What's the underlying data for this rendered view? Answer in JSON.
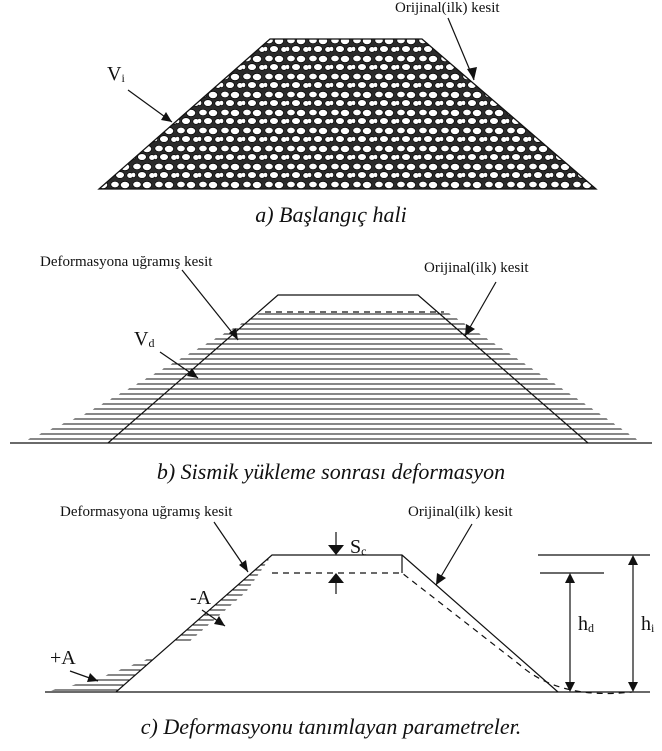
{
  "panel_a": {
    "label_original": "Orijinal(ilk) kesit",
    "label_volume": "V",
    "label_volume_sub": "i",
    "caption": "a) Başlangıç hali"
  },
  "panel_b": {
    "label_deformed": "Deformasyona uğramış kesit",
    "label_original": "Orijinal(ilk) kesit",
    "label_volume": "V",
    "label_volume_sub": "d",
    "caption": "b) Sismik yükleme sonrası deformasyon"
  },
  "panel_c": {
    "label_deformed": "Deformasyona uğramış kesit",
    "label_original": "Orijinal(ilk) kesit",
    "label_settlement": "S",
    "label_settlement_sub": "c",
    "label_minus_area": "-A",
    "label_plus_area": "+A",
    "label_hd": "h",
    "label_hd_sub": "d",
    "label_hi": "h",
    "label_hi_sub": "i",
    "caption": "c) Deformasyonu tanımlayan parametreler."
  }
}
